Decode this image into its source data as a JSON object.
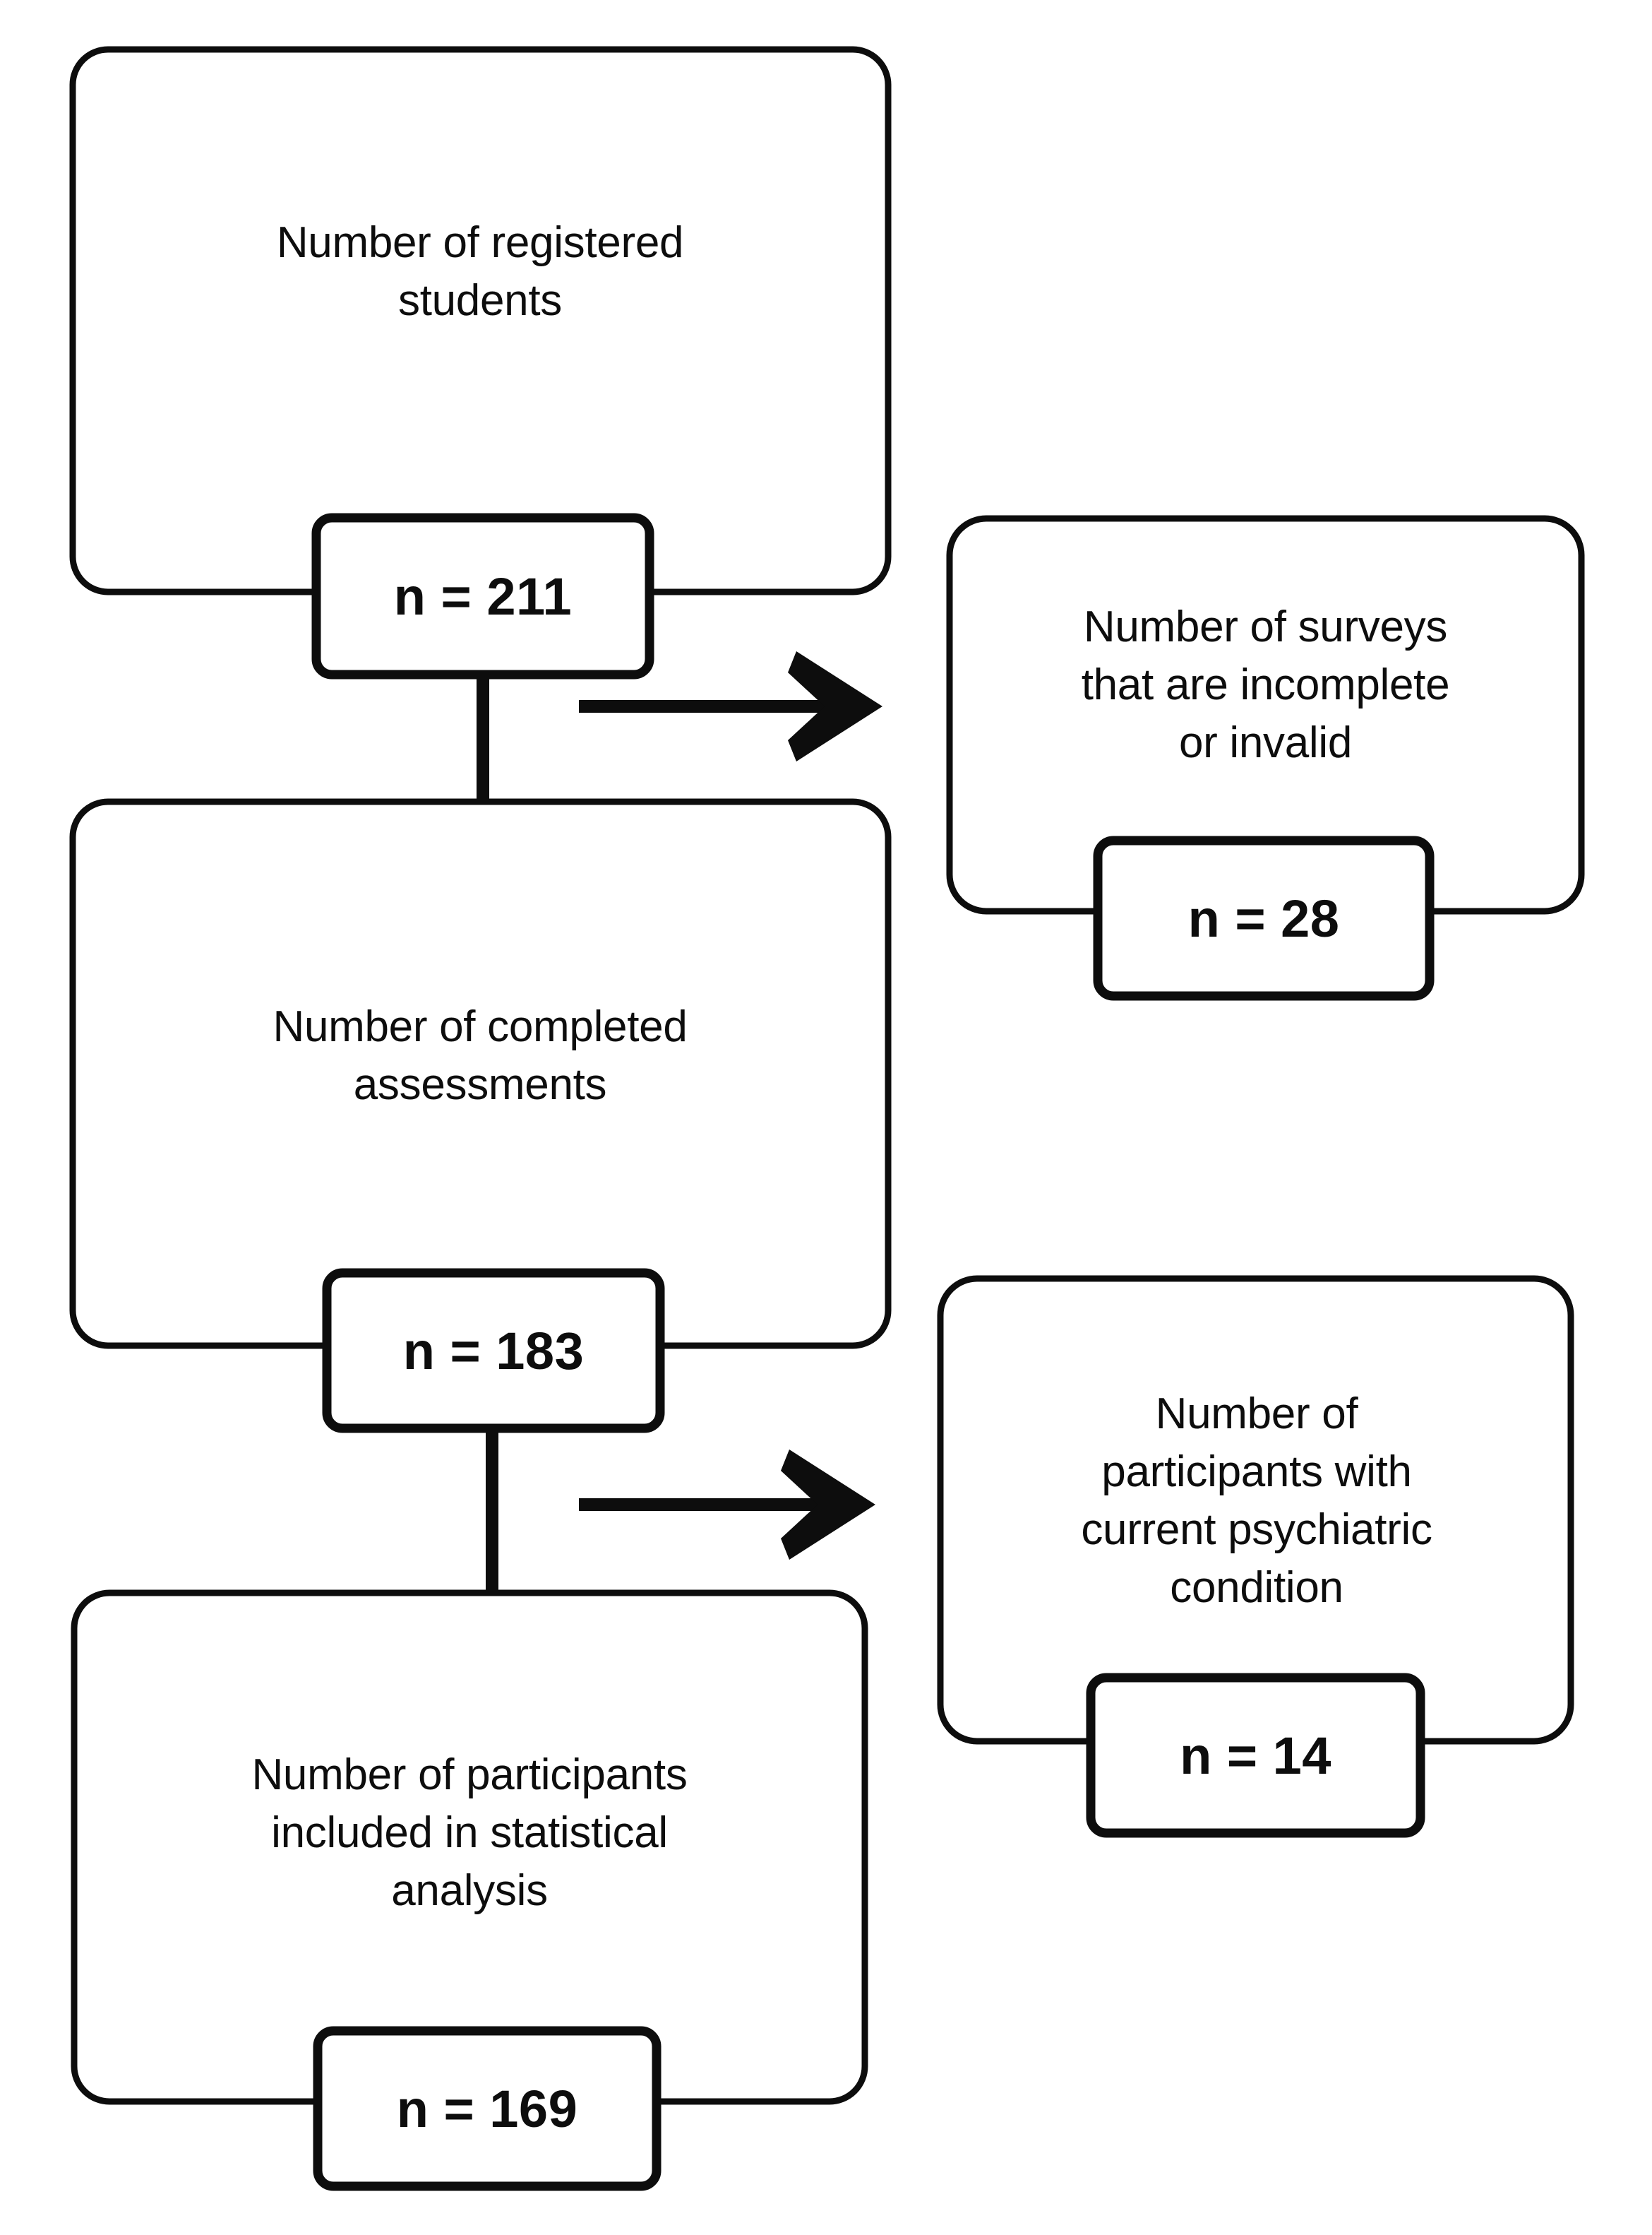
{
  "diagram": {
    "type": "participant-flow-chart",
    "title": "",
    "stroke_color": "#0d0d0d",
    "fill_color": "#ffffff",
    "nodes": [
      {
        "id": "registered",
        "role": "main-stage",
        "lines": [
          "Number of registered",
          "students"
        ],
        "badge": "n = 211",
        "count": 211
      },
      {
        "id": "surveys-excluded",
        "role": "exclusion",
        "lines": [
          "Number of surveys",
          "that are incomplete",
          "or invalid"
        ],
        "badge": "n = 28",
        "count": 28
      },
      {
        "id": "completed",
        "role": "main-stage",
        "lines": [
          "Number of completed",
          "assessments"
        ],
        "badge": "n = 183",
        "count": 183
      },
      {
        "id": "psychiatric-excluded",
        "role": "exclusion",
        "lines": [
          "Number of",
          "participants with",
          "current psychiatric",
          "condition"
        ],
        "badge": "n = 14",
        "count": 14
      },
      {
        "id": "analysis",
        "role": "main-stage",
        "lines": [
          "Number of participants",
          "included in statistical",
          "analysis"
        ],
        "badge": "n = 169",
        "count": 169
      }
    ],
    "edges": [
      {
        "from": "registered",
        "to": "completed",
        "direction": "down"
      },
      {
        "from": "registered",
        "to": "surveys-excluded",
        "direction": "right"
      },
      {
        "from": "completed",
        "to": "analysis",
        "direction": "down"
      },
      {
        "from": "completed",
        "to": "psychiatric-excluded",
        "direction": "right"
      }
    ]
  }
}
